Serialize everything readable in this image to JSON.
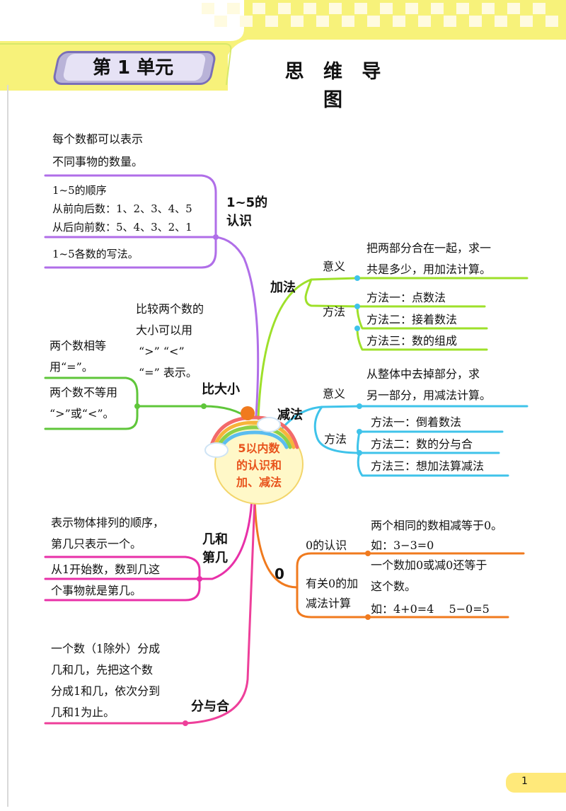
{
  "header": {
    "unit_label": "第 1 单元",
    "page_title": "思 维 导 图"
  },
  "center": {
    "line1": "5以内数",
    "line2": "的认识和",
    "line3": "加、减法"
  },
  "branch_recognize": {
    "label1": "1~5的",
    "label2": "认识",
    "note1": "每个数都可以表示",
    "note2": "不同事物的数量。",
    "order_title": "1~5的顺序",
    "order_forward": "从前向后数：1、2、3、4、5",
    "order_backward": "从后向前数：5、4、3、2、1",
    "writing": "1~5各数的写法。"
  },
  "branch_compare": {
    "label": "比大小",
    "intro1": "比较两个数的",
    "intro2": "大小可以用",
    "intro3": "“>” “<”",
    "intro4": "“=” 表示。",
    "equal1": "两个数相等",
    "equal2": "用“=”。",
    "unequal1": "两个数不等用",
    "unequal2": "“>”或“<”。"
  },
  "branch_ordinal": {
    "label1": "几和",
    "label2": "第几",
    "note1": "表示物体排列的顺序，",
    "note2": "第几只表示一个。",
    "note3": "从1开始数，数到几这",
    "note4": "个事物就是第几。"
  },
  "branch_split": {
    "label": "分与合",
    "line1": "一个数（1除外）分成",
    "line2": "几和几，先把这个数",
    "line3": "分成1和几，依次分到",
    "line4": "几和1为止。"
  },
  "branch_add": {
    "label": "加法",
    "meaning_label": "意义",
    "meaning1": "把两部分合在一起，求一",
    "meaning2": "共是多少，用加法计算。",
    "method_label": "方法",
    "methods": [
      "方法一：点数法",
      "方法二：接着数法",
      "方法三：数的组成"
    ]
  },
  "branch_sub": {
    "label": "减法",
    "meaning_label": "意义",
    "meaning1": "从整体中去掉部分，求",
    "meaning2": "另一部分，用减法计算。",
    "method_label": "方法",
    "methods": [
      "方法一：倒着数法",
      "方法二：数的分与合",
      "方法三：想加法算减法"
    ]
  },
  "branch_zero": {
    "label": "0",
    "know_label": "0的认识",
    "know1": "两个相同的数相减等于0。",
    "know2": "如：3−3=0",
    "calc_label1": "有关0的加",
    "calc_label2": "减法计算",
    "calc1": "一个数加0或减0还等于",
    "calc2": "这个数。",
    "calc3": "如：4+0=4　 5−0=5"
  },
  "colors": {
    "purple": "#b06ee8",
    "green": "#5fc63a",
    "lime": "#9ee02a",
    "cyan": "#3fc3ea",
    "orange": "#f07a1e",
    "magenta": "#e830a8",
    "header_yellow": "#f7f27a",
    "center_text": "#e8531c"
  },
  "page_number": "1"
}
